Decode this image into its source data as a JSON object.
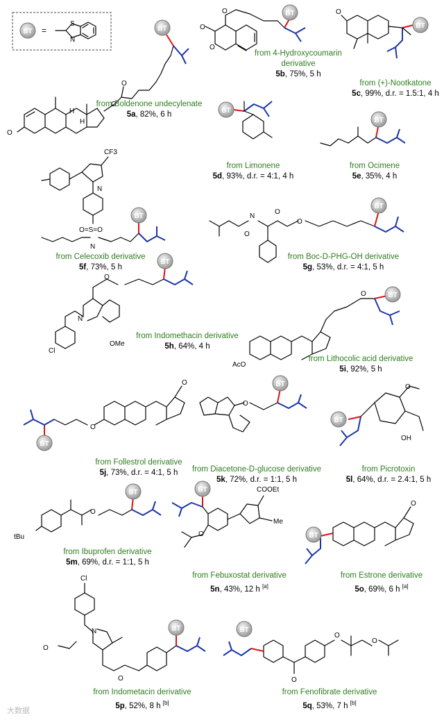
{
  "legend": {
    "badge": "BT",
    "equals": "="
  },
  "watermark": "大数据",
  "compounds": [
    {
      "id": "5a",
      "source": "from Boldenone undecylenate",
      "meta": "82%, 6 h",
      "note": ""
    },
    {
      "id": "5b",
      "source": "from 4-Hydroxycoumarin derivative",
      "meta": "75%, 5 h",
      "note": ""
    },
    {
      "id": "5c",
      "source": "from (+)-Nootkatone",
      "meta": "99%, d.r. = 1.5:1, 4 h",
      "note": ""
    },
    {
      "id": "5d",
      "source": "from Limonene",
      "meta": "93%, d.r. = 4:1, 4 h",
      "note": ""
    },
    {
      "id": "5e",
      "source": "from Ocimene",
      "meta": "35%, 4 h",
      "note": ""
    },
    {
      "id": "5f",
      "source": "from Celecoxib derivative",
      "meta": "73%, 5 h",
      "note": ""
    },
    {
      "id": "5g",
      "source": "from Boc-D-PHG-OH derivative",
      "meta": "53%, d.r. = 4:1, 5 h",
      "note": ""
    },
    {
      "id": "5h",
      "source": "from Indomethacin derivative",
      "meta": "64%, 4 h",
      "note": ""
    },
    {
      "id": "5i",
      "source": "from Lithocolic acid derivative",
      "meta": "92%, 5 h",
      "note": ""
    },
    {
      "id": "5j",
      "source": "from Follestrol derivative",
      "meta": "73%, d.r. = 4:1, 5 h",
      "note": ""
    },
    {
      "id": "5k",
      "source": "from Diacetone-D-glucose derivative",
      "meta": "72%, d.r. = 1:1, 5 h",
      "note": ""
    },
    {
      "id": "5l",
      "source": "from Picrotoxin",
      "meta": "64%, d.r. = 2.4:1, 5 h",
      "note": ""
    },
    {
      "id": "5m",
      "source": "from Ibuprofen derivative",
      "meta": "69%, d.r. = 1:1, 5 h",
      "note": ""
    },
    {
      "id": "5n",
      "source": "from Febuxostat derivative",
      "meta": "43%, 12 h",
      "note": "[a]"
    },
    {
      "id": "5o",
      "source": "from Estrone derivative",
      "meta": "69%, 6 h",
      "note": "[a]"
    },
    {
      "id": "5p",
      "source": "from Indometacin derivative",
      "meta": "52%, 8 h",
      "note": "[b]"
    },
    {
      "id": "5q",
      "source": "from Fenofibrate derivative",
      "meta": "53%, 7 h",
      "note": "[b]"
    }
  ],
  "labels": {
    "o": "O",
    "n": "N",
    "s": "S",
    "cl": "Cl",
    "cf3": "CF3",
    "ome": "OMe",
    "aco": "AcO",
    "oh": "OH",
    "h": "H",
    "tbu": "tBu",
    "cooet": "COOEt",
    "me": "Me",
    "o2": "O=S=O"
  },
  "colors": {
    "caption": "#2e7d1e",
    "attach_bond": "#d11111",
    "chain": "#1c34a8",
    "badge": "#b0b0b0"
  }
}
